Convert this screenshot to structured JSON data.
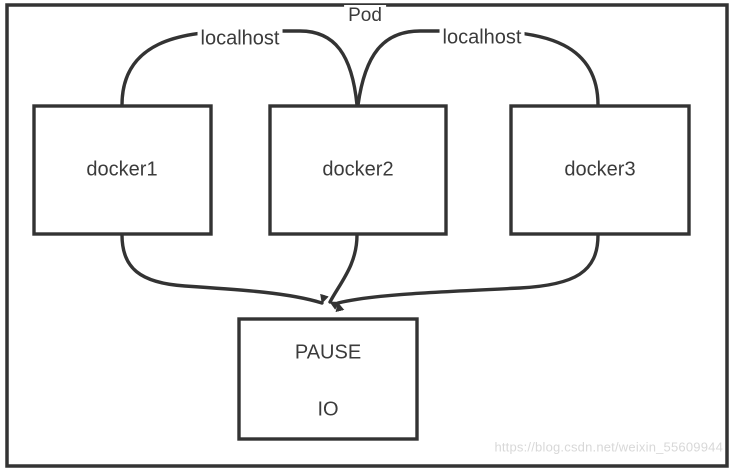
{
  "diagram": {
    "type": "kubernetes-pod-network-diagram",
    "title": "Pod",
    "outer_container": {
      "label": "Pod",
      "border_color": "#333333",
      "fill": "#ffffff"
    },
    "containers": [
      {
        "id": "docker1",
        "label": "docker1"
      },
      {
        "id": "docker2",
        "label": "docker2"
      },
      {
        "id": "docker3",
        "label": "docker3"
      }
    ],
    "pause_container": {
      "id": "pause",
      "line1": "PAUSE",
      "line2": "IO"
    },
    "connections": [
      {
        "from": "docker1",
        "to": "docker2",
        "label": "localhost",
        "style": "arc"
      },
      {
        "from": "docker2",
        "to": "docker3",
        "label": "localhost",
        "style": "arc"
      },
      {
        "from": "docker1",
        "to": "pause",
        "label": "",
        "style": "curve-arrow"
      },
      {
        "from": "docker2",
        "to": "pause",
        "label": "",
        "style": "curve-arrow"
      },
      {
        "from": "docker3",
        "to": "pause",
        "label": "",
        "style": "curve-arrow"
      }
    ],
    "edge_labels": {
      "left": "localhost",
      "right": "localhost"
    },
    "colors": {
      "stroke": "#333333",
      "text": "#3b3b3b",
      "background": "#ffffff",
      "watermark": "#d8d8d8"
    }
  },
  "watermark": {
    "text": "https://blog.csdn.net/weixin_55609944"
  }
}
